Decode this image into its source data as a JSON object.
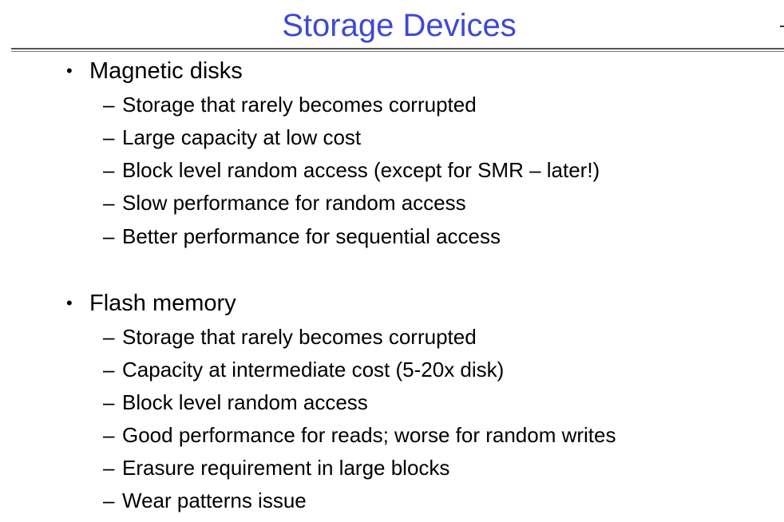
{
  "slide": {
    "title": "Storage Devices",
    "bullet_symbol": "•",
    "dash_symbol": "–",
    "sections": [
      {
        "heading": "Magnetic disks",
        "points": [
          "Storage that rarely becomes corrupted",
          "Large capacity at low cost",
          "Block level random access (except for SMR – later!)",
          "Slow performance for random access",
          "Better performance for sequential access"
        ]
      },
      {
        "heading": "Flash memory",
        "points": [
          "Storage that rarely becomes corrupted",
          "Capacity at intermediate cost (5-20x disk)",
          "Block level random access",
          "Good performance for reads; worse for random writes",
          "Erasure requirement in large blocks",
          "Wear patterns issue"
        ]
      }
    ]
  },
  "colors": {
    "title": "#3c49d6",
    "text": "#000000",
    "rule": "#555555"
  }
}
